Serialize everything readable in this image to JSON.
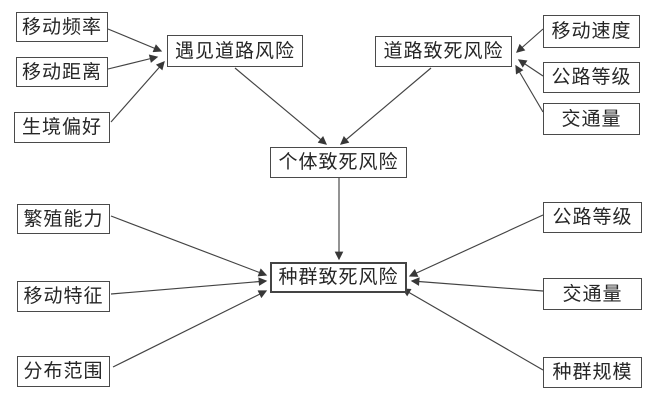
{
  "diagram": {
    "description_colors": {
      "line": "#3f3f3f",
      "border": "#4a4a4a",
      "text": "#262626",
      "background": "#ffffff"
    },
    "nodes": {
      "move_frequency": {
        "label": "移动频率"
      },
      "move_distance": {
        "label": "移动距离"
      },
      "habitat_preference": {
        "label": "生境偏好"
      },
      "road_encounter_risk": {
        "label": "遇见道路风险"
      },
      "road_kill_risk": {
        "label": "道路致死风险"
      },
      "move_speed": {
        "label": "移动速度"
      },
      "road_grade_top": {
        "label": "公路等级"
      },
      "traffic_volume_top": {
        "label": "交通量"
      },
      "individual_mortality_risk": {
        "label": "个体致死风险"
      },
      "reproduction_capacity": {
        "label": "繁殖能力"
      },
      "movement_traits": {
        "label": "移动特征"
      },
      "distribution_range": {
        "label": "分布范围"
      },
      "population_mortality_risk": {
        "label": "种群致死风险"
      },
      "road_grade_bottom": {
        "label": "公路等级"
      },
      "traffic_volume_bottom": {
        "label": "交通量"
      },
      "population_size": {
        "label": "种群规模"
      }
    },
    "edges": [
      {
        "from": "move_frequency",
        "to": "road_encounter_risk"
      },
      {
        "from": "move_distance",
        "to": "road_encounter_risk"
      },
      {
        "from": "habitat_preference",
        "to": "road_encounter_risk"
      },
      {
        "from": "move_speed",
        "to": "road_kill_risk"
      },
      {
        "from": "road_grade_top",
        "to": "road_kill_risk"
      },
      {
        "from": "traffic_volume_top",
        "to": "road_kill_risk"
      },
      {
        "from": "road_encounter_risk",
        "to": "individual_mortality_risk"
      },
      {
        "from": "road_kill_risk",
        "to": "individual_mortality_risk"
      },
      {
        "from": "individual_mortality_risk",
        "to": "population_mortality_risk"
      },
      {
        "from": "reproduction_capacity",
        "to": "population_mortality_risk"
      },
      {
        "from": "movement_traits",
        "to": "population_mortality_risk"
      },
      {
        "from": "distribution_range",
        "to": "population_mortality_risk"
      },
      {
        "from": "road_grade_bottom",
        "to": "population_mortality_risk"
      },
      {
        "from": "traffic_volume_bottom",
        "to": "population_mortality_risk"
      },
      {
        "from": "population_size",
        "to": "population_mortality_risk"
      }
    ]
  }
}
